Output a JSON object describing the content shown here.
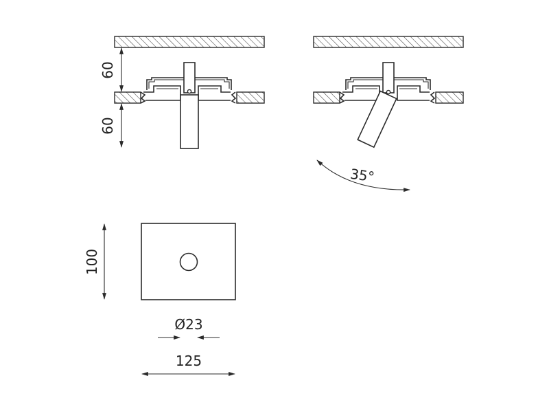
{
  "labels": {
    "depth_above": "60",
    "depth_below": "60",
    "tilt_angle": "35°",
    "height": "100",
    "hole_diameter": "Ø23",
    "width": "125"
  }
}
